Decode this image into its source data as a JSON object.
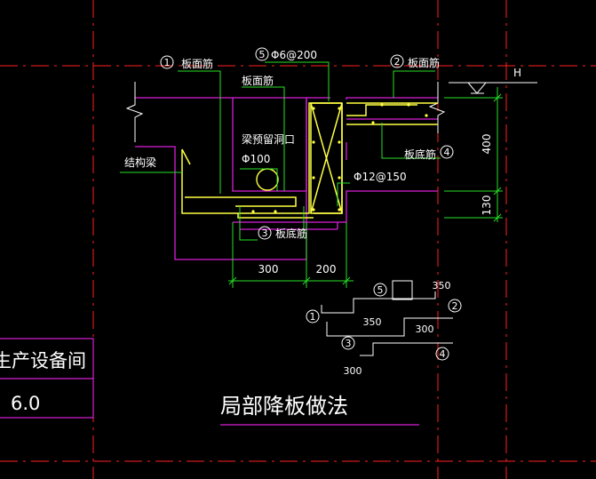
{
  "colors": {
    "background": "#000000",
    "grid": "#ff1f1f",
    "slab": "#d81fd8",
    "rebar": "#ffff44",
    "leader": "#26e026",
    "text": "#ffffff"
  },
  "labels": {
    "top_left_marker": "1",
    "top_left": "板面筋",
    "top_center_marker": "5",
    "top_center": "Φ6@200",
    "top_right_marker": "2",
    "top_right": "板面筋",
    "mid_top": "板面筋",
    "reserved_hole": "梁预留洞口",
    "hole_dia": "Φ100",
    "beam": "结构梁",
    "bottom_right": "板底筋",
    "right_marker": "4",
    "stirrup": "Φ12@150",
    "bottom_marker": "3",
    "bottom": "板底筋",
    "elevation": "H"
  },
  "dimensions": {
    "horizontal_1": "300",
    "horizontal_2": "200",
    "vertical_1": "400",
    "vertical_2": "130"
  },
  "bar_detail": {
    "m5": "5",
    "m1": "1",
    "m2": "2",
    "m3": "3",
    "m4": "4",
    "d1": "350",
    "d2": "350",
    "d3": "300",
    "d4": "300"
  },
  "room": {
    "name": "生产设备间",
    "elevation": "6.0"
  },
  "title": "局部降板做法"
}
